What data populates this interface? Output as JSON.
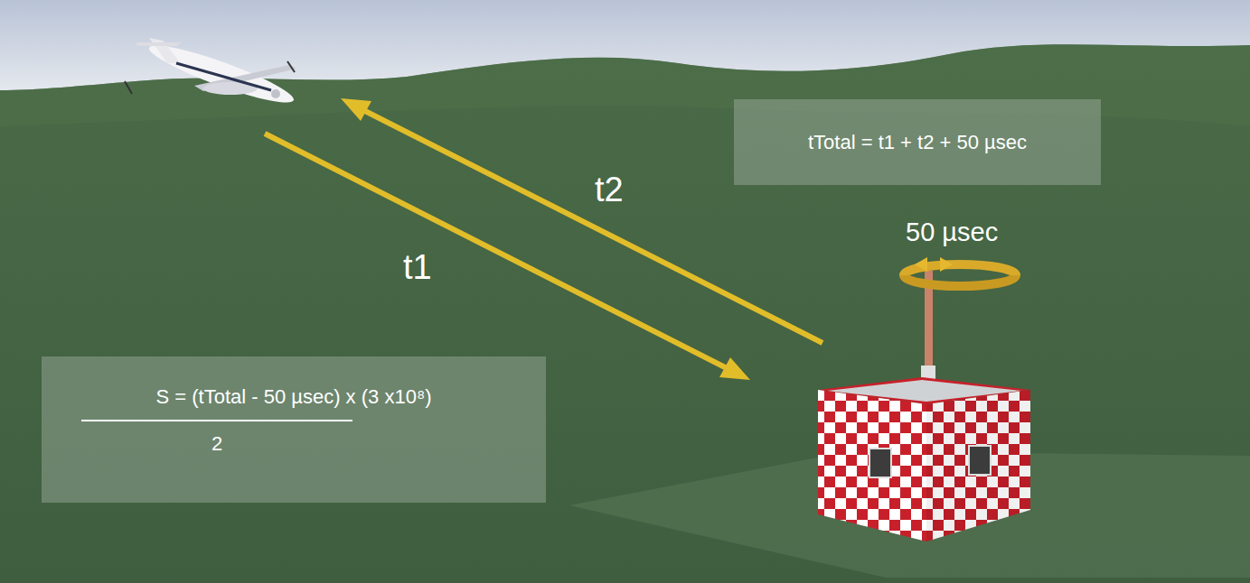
{
  "diagram": {
    "nodes": [
      {
        "text": [
          "tTotal = t1 + t2 + 50 µsec"
        ]
      },
      {
        "text": [
          "S = (tTotal - 50 µsec) x (3 x10⁸)",
          "2"
        ]
      }
    ],
    "labels": [
      "t2",
      "t1",
      "50 µsec"
    ]
  }
}
